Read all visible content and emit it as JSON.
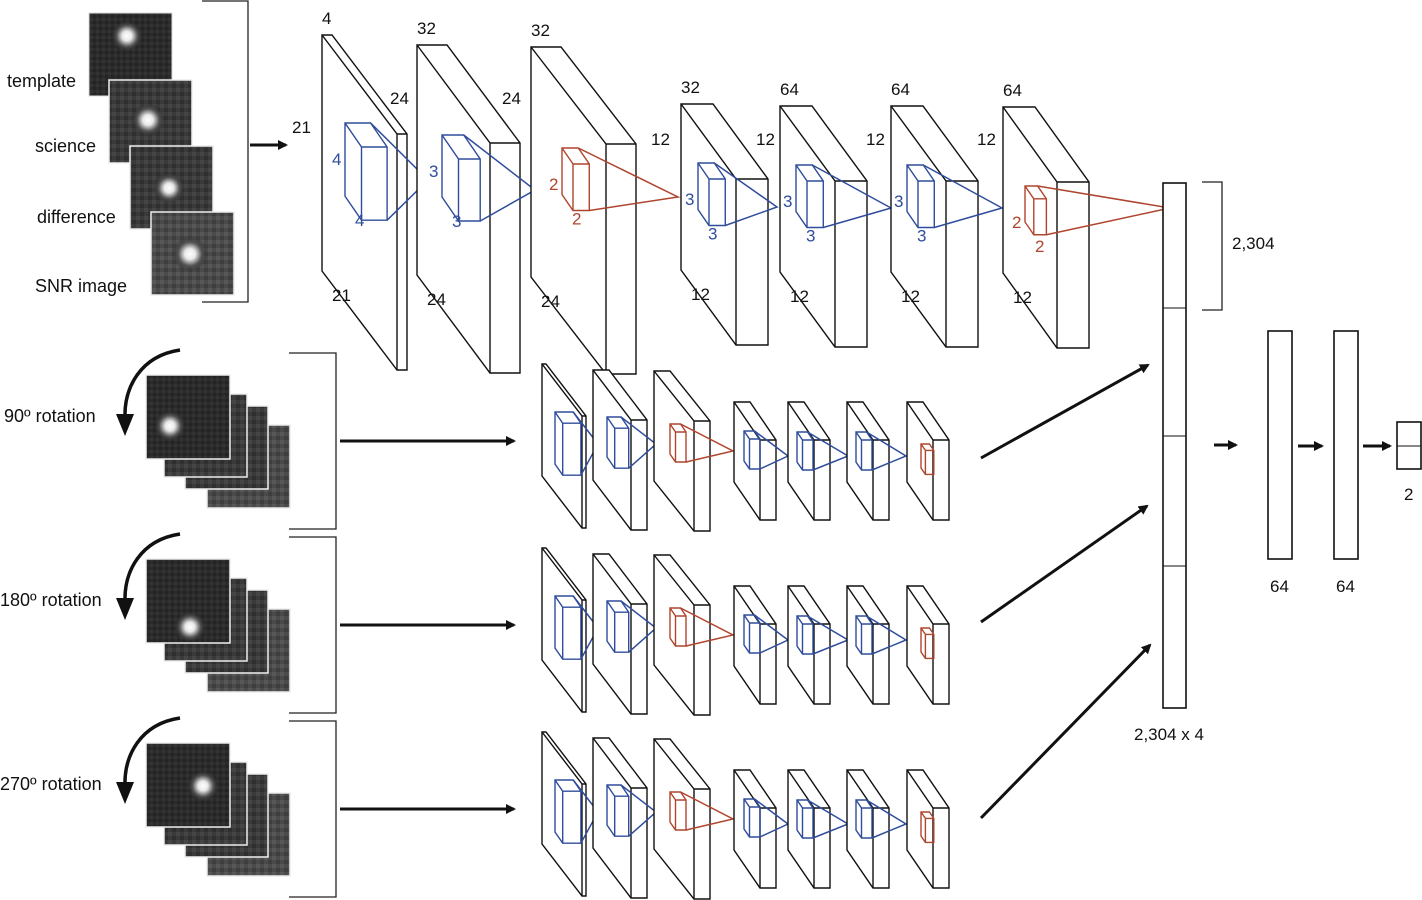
{
  "colors": {
    "conv_kernel": "#2f4d9c",
    "pool_kernel": "#b0452e",
    "outline": "#111111",
    "background": "#ffffff"
  },
  "input_stack": {
    "channels": [
      "template",
      "science",
      "difference",
      "SNR image"
    ],
    "size_label_h": "21",
    "size_label_w": "21",
    "depth_label": "4"
  },
  "main_network": {
    "layers": [
      {
        "type": "input",
        "depth": "4",
        "height": "21",
        "width": "21",
        "side_label": "24",
        "kernel": "4",
        "kernel_label_a": "4",
        "kernel_label_b": "4",
        "kernel_kind": "conv"
      },
      {
        "type": "conv",
        "depth": "32",
        "height": "24",
        "width": "24",
        "kernel_label_a": "3",
        "kernel_label_b": "3",
        "kernel_kind": "conv"
      },
      {
        "type": "conv",
        "depth": "32",
        "height": "24",
        "width": "24",
        "side_label": "12",
        "kernel_label_a": "2",
        "kernel_label_b": "2",
        "kernel_kind": "pool"
      },
      {
        "type": "pool",
        "depth": "32",
        "height": "12",
        "width": "12",
        "side_label": "12",
        "kernel_label_a": "3",
        "kernel_label_b": "3",
        "kernel_kind": "conv"
      },
      {
        "type": "conv",
        "depth": "64",
        "height": "12",
        "width": "12",
        "side_label": "12",
        "kernel_label_a": "3",
        "kernel_label_b": "3",
        "kernel_kind": "conv"
      },
      {
        "type": "conv",
        "depth": "64",
        "height": "12",
        "width": "12",
        "side_label": "12",
        "kernel_label_a": "3",
        "kernel_label_b": "3",
        "kernel_kind": "conv"
      },
      {
        "type": "conv",
        "depth": "64",
        "height": "12",
        "width": "12",
        "side_label": "12",
        "kernel_label_a": "2",
        "kernel_label_b": "2",
        "kernel_kind": "pool"
      }
    ]
  },
  "rotations": [
    {
      "label": "90º rotation"
    },
    {
      "label": "180º rotation"
    },
    {
      "label": "270º rotation"
    }
  ],
  "flatten": {
    "segment_label": "2,304",
    "total_label": "2,304 x 4",
    "segments": 4
  },
  "dense": [
    {
      "label": "64"
    },
    {
      "label": "64"
    }
  ],
  "output": {
    "label": "2",
    "units": 2
  }
}
